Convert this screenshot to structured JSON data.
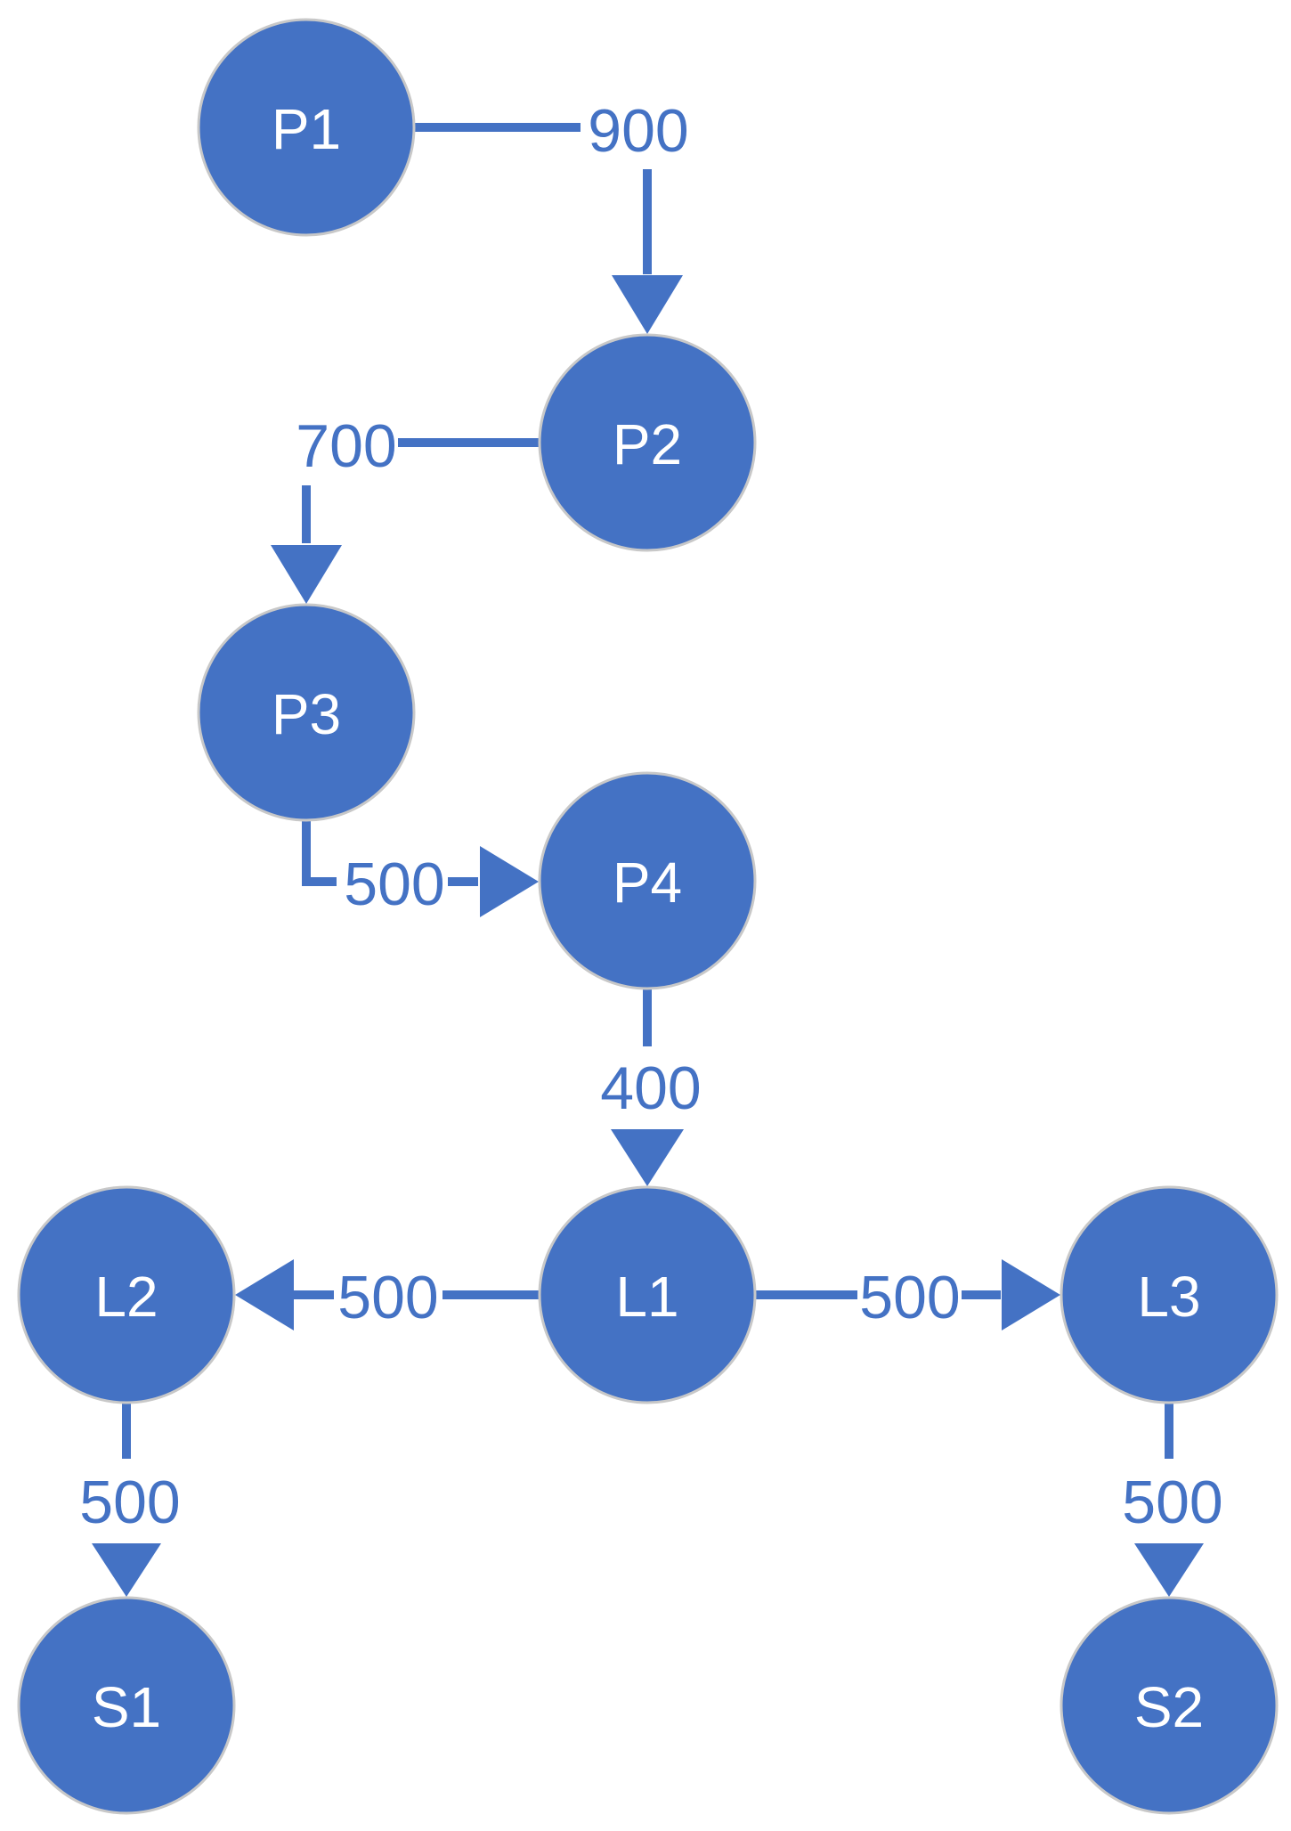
{
  "colors": {
    "node_fill": "#4472C4",
    "edge": "#4472C4",
    "node_text": "#FFFFFF",
    "node_outline": "#C8C8C8",
    "background": "#FFFFFF"
  },
  "nodes": [
    {
      "id": "P1",
      "label": "P1"
    },
    {
      "id": "P2",
      "label": "P2"
    },
    {
      "id": "P3",
      "label": "P3"
    },
    {
      "id": "P4",
      "label": "P4"
    },
    {
      "id": "L1",
      "label": "L1"
    },
    {
      "id": "L2",
      "label": "L2"
    },
    {
      "id": "L3",
      "label": "L3"
    },
    {
      "id": "S1",
      "label": "S1"
    },
    {
      "id": "S2",
      "label": "S2"
    }
  ],
  "edges": [
    {
      "from": "P1",
      "to": "P2",
      "label": "900"
    },
    {
      "from": "P2",
      "to": "P3",
      "label": "700"
    },
    {
      "from": "P3",
      "to": "P4",
      "label": "500"
    },
    {
      "from": "P4",
      "to": "L1",
      "label": "400"
    },
    {
      "from": "L1",
      "to": "L2",
      "label": "500"
    },
    {
      "from": "L1",
      "to": "L3",
      "label": "500"
    },
    {
      "from": "L2",
      "to": "S1",
      "label": "500"
    },
    {
      "from": "L3",
      "to": "S2",
      "label": "500"
    }
  ]
}
